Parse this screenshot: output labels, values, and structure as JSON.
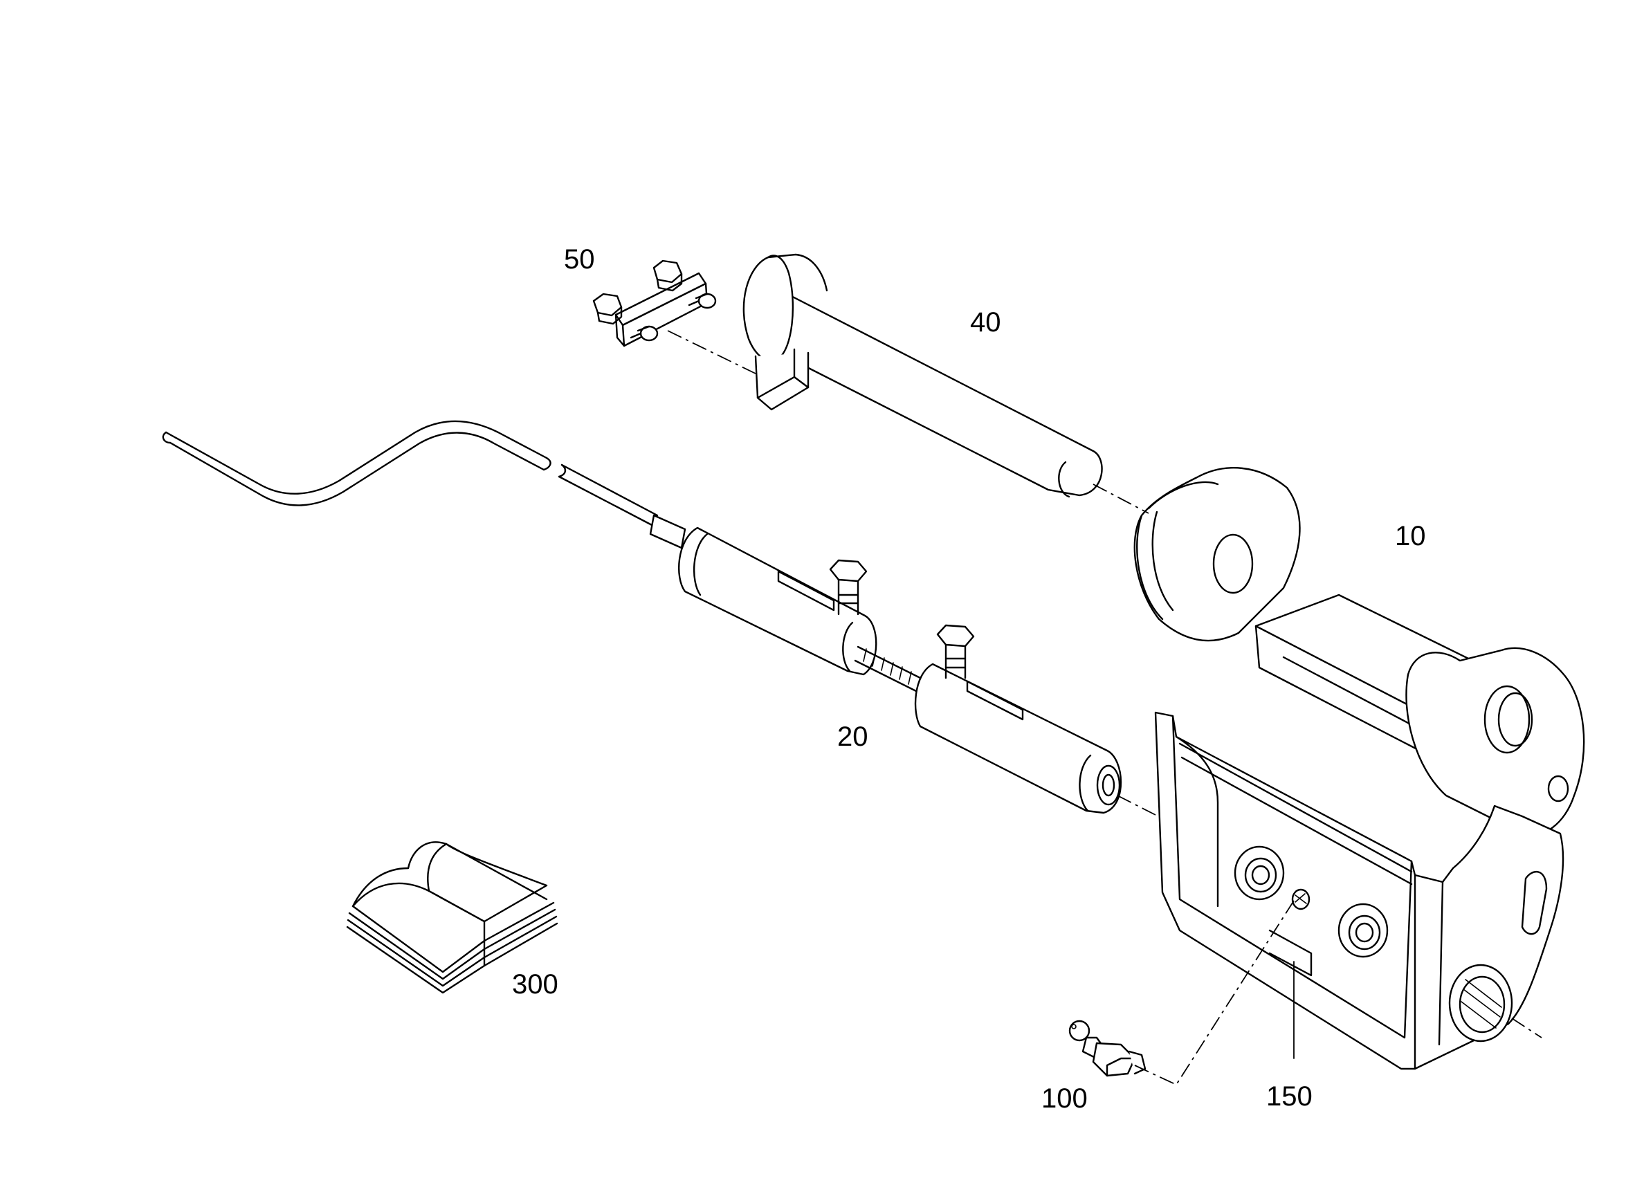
{
  "callouts": {
    "part_10": "10",
    "part_20": "20",
    "part_40": "40",
    "part_50": "50",
    "part_100": "100",
    "part_150": "150",
    "part_300": "300"
  },
  "colors": {
    "line": "#000000",
    "background": "#ffffff"
  }
}
